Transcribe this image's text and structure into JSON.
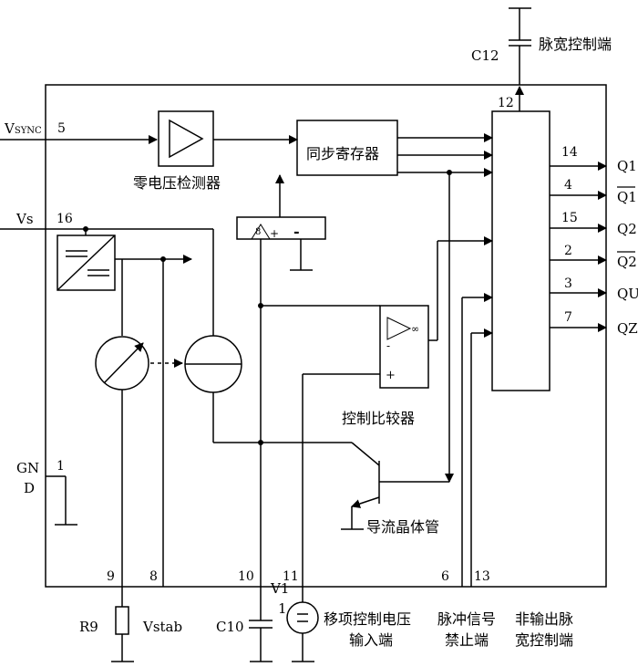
{
  "pins": {
    "p5": "5",
    "p16": "16",
    "p1": "1",
    "p9": "9",
    "p8": "8",
    "p10": "10",
    "p11": "11",
    "p6": "6",
    "p13": "13",
    "p12": "12",
    "p14": "14",
    "p4": "4",
    "p15": "15",
    "p2": "2",
    "p3": "3",
    "p7": "7",
    "p8b": "8"
  },
  "inputs": {
    "vsync_v": "V",
    "vsync_sub": "SYNC",
    "vs": "Vs",
    "gnd_top": "GN",
    "gnd_bottom": "D"
  },
  "outputs": [
    "Q1",
    "Q1",
    "Q2",
    "Q2",
    "QU",
    "QZ"
  ],
  "blocks": {
    "zero_detector": "零电压检测器",
    "sync_register": "同步寄存器",
    "control_comparator": "控制比较器",
    "transistor": "导流晶体管",
    "comparator_inf": "∞",
    "comparator_minus": "-",
    "comparator_plus": "+",
    "amp_plus": "+",
    "amp_minus": "-"
  },
  "external": {
    "c12": "C12",
    "pulse_width_ctrl": "脉宽控制端",
    "r9": "R9",
    "vstab": "Vstab",
    "c10": "C10",
    "v1": "V1",
    "v1_pin": "1",
    "phase_ctrl_line1": "移项控制电压",
    "phase_ctrl_line2": "输入端",
    "pulse_inhibit_line1": "脉冲信号",
    "pulse_inhibit_line2": "禁止端",
    "non_output_line1": "非输出脉",
    "non_output_line2": "宽控制端"
  }
}
